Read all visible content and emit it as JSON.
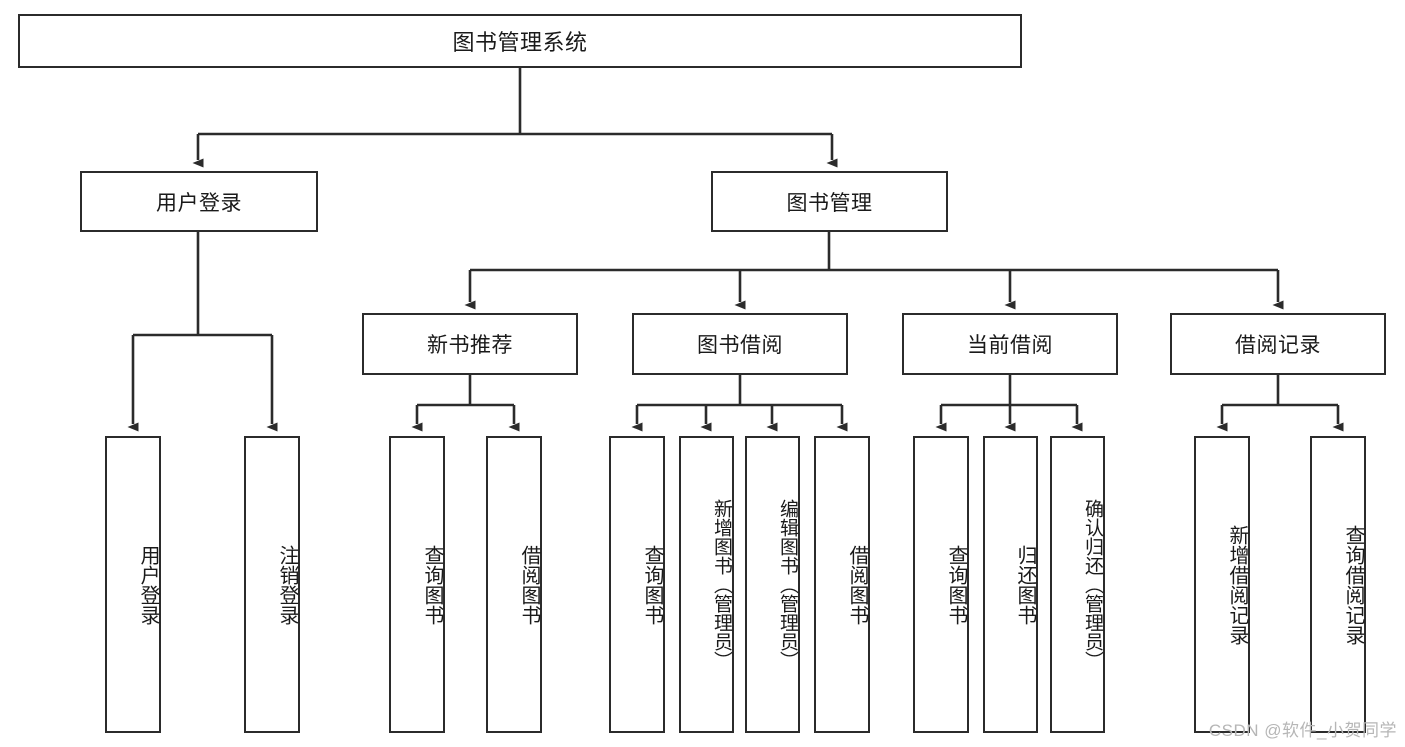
{
  "diagram": {
    "title": "图书管理系统",
    "type": "tree-hierarchy-diagram",
    "watermark": "CSDN @软件_小贺同学",
    "colors": {
      "stroke": "#2b2b2b",
      "fill": "#ffffff",
      "text": "#1a1a1a",
      "watermark": "#b6b6b6"
    },
    "root": {
      "label": "图书管理系统"
    },
    "level2": [
      {
        "id": "user-login",
        "label": "用户登录"
      },
      {
        "id": "book-management",
        "label": "图书管理"
      }
    ],
    "level3": [
      {
        "id": "new-book-recommend",
        "label": "新书推荐"
      },
      {
        "id": "book-borrow",
        "label": "图书借阅"
      },
      {
        "id": "current-borrow",
        "label": "当前借阅"
      },
      {
        "id": "borrow-record",
        "label": "借阅记录"
      }
    ],
    "leaves": {
      "user_login": [
        {
          "id": "leaf-user-login",
          "label": "用户登录"
        },
        {
          "id": "leaf-logout-login",
          "label": "注销登录"
        }
      ],
      "new_book_recommend": [
        {
          "id": "leaf-query-book-1",
          "label": "查询图书"
        },
        {
          "id": "leaf-borrow-book-1",
          "label": "借阅图书"
        }
      ],
      "book_borrow": [
        {
          "id": "leaf-query-book-2",
          "label": "查询图书"
        },
        {
          "id": "leaf-add-book",
          "label": "新增图书（管理员）"
        },
        {
          "id": "leaf-edit-book",
          "label": "编辑图书（管理员）"
        },
        {
          "id": "leaf-borrow-book-2",
          "label": "借阅图书"
        }
      ],
      "current_borrow": [
        {
          "id": "leaf-query-book-3",
          "label": "查询图书"
        },
        {
          "id": "leaf-return-book",
          "label": "归还图书"
        },
        {
          "id": "leaf-confirm-return",
          "label": "确认归还（管理员）"
        }
      ],
      "borrow_record": [
        {
          "id": "leaf-add-record",
          "label": "新增借阅记录"
        },
        {
          "id": "leaf-query-record",
          "label": "查询借阅记录"
        }
      ]
    }
  }
}
